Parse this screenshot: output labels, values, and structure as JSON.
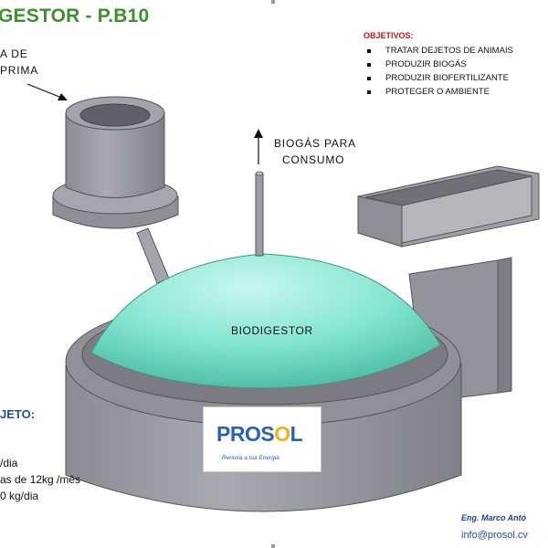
{
  "title": "GESTOR - P.B10",
  "objectives": {
    "heading": "OBJETIVOS:",
    "items": [
      "TRATAR DEJETOS DE ANIMAIS",
      "PRODUZIR BIOGÁS",
      "PRODUZIR BIOFERTILIZANTE",
      "PROTEGER O AMBIENTE"
    ]
  },
  "labels": {
    "inlet_line1": "A DE",
    "inlet_line2": "PRIMA",
    "biogas_line1": "BIOGÁS PARA",
    "biogas_line2": "CONSUMO",
    "digester": "BIODIGESTOR"
  },
  "project": {
    "heading": "JETO:",
    "line1": "/dia",
    "line2": "as de 12kg /mês",
    "line3": "0 kg/dia"
  },
  "logo": {
    "pro": "PRO",
    "s": "S",
    "o": "O",
    "l": "L",
    "tagline": "Renova a tua Energia"
  },
  "footer": {
    "engineer": "Eng. Marco Antó",
    "email": "info@prosol.cv"
  },
  "colors": {
    "title_green": "#3d8f2f",
    "objectives_red": "#c01818",
    "project_blue": "#1f4fa5",
    "dome": "#7fe3cf",
    "concrete": "#9a9ba3"
  }
}
